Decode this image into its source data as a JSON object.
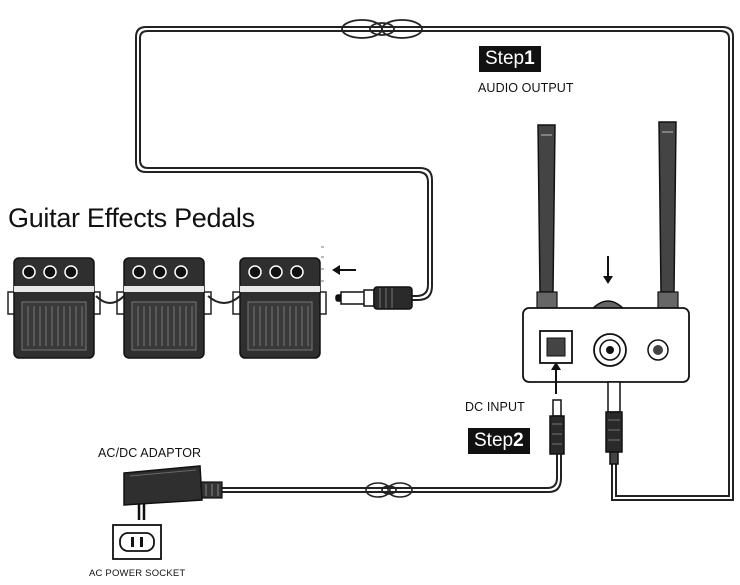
{
  "heading": "Guitar Effects Pedals",
  "step1": {
    "word": "Step",
    "number": "1",
    "caption": "AUDIO OUTPUT"
  },
  "step2": {
    "word": "Step",
    "number": "2",
    "caption": "DC INPUT"
  },
  "adaptor_label": "AC/DC ADAPTOR",
  "socket_label": "AC POWER SOCKET",
  "colors": {
    "ink": "#111111",
    "pedal_body": "#2f2f2f",
    "background": "#ffffff"
  },
  "icons": [
    "arrow-left-icon",
    "arrow-down-icon",
    "arrow-up-icon",
    "cable-coil-icon",
    "jack-plug-icon"
  ]
}
